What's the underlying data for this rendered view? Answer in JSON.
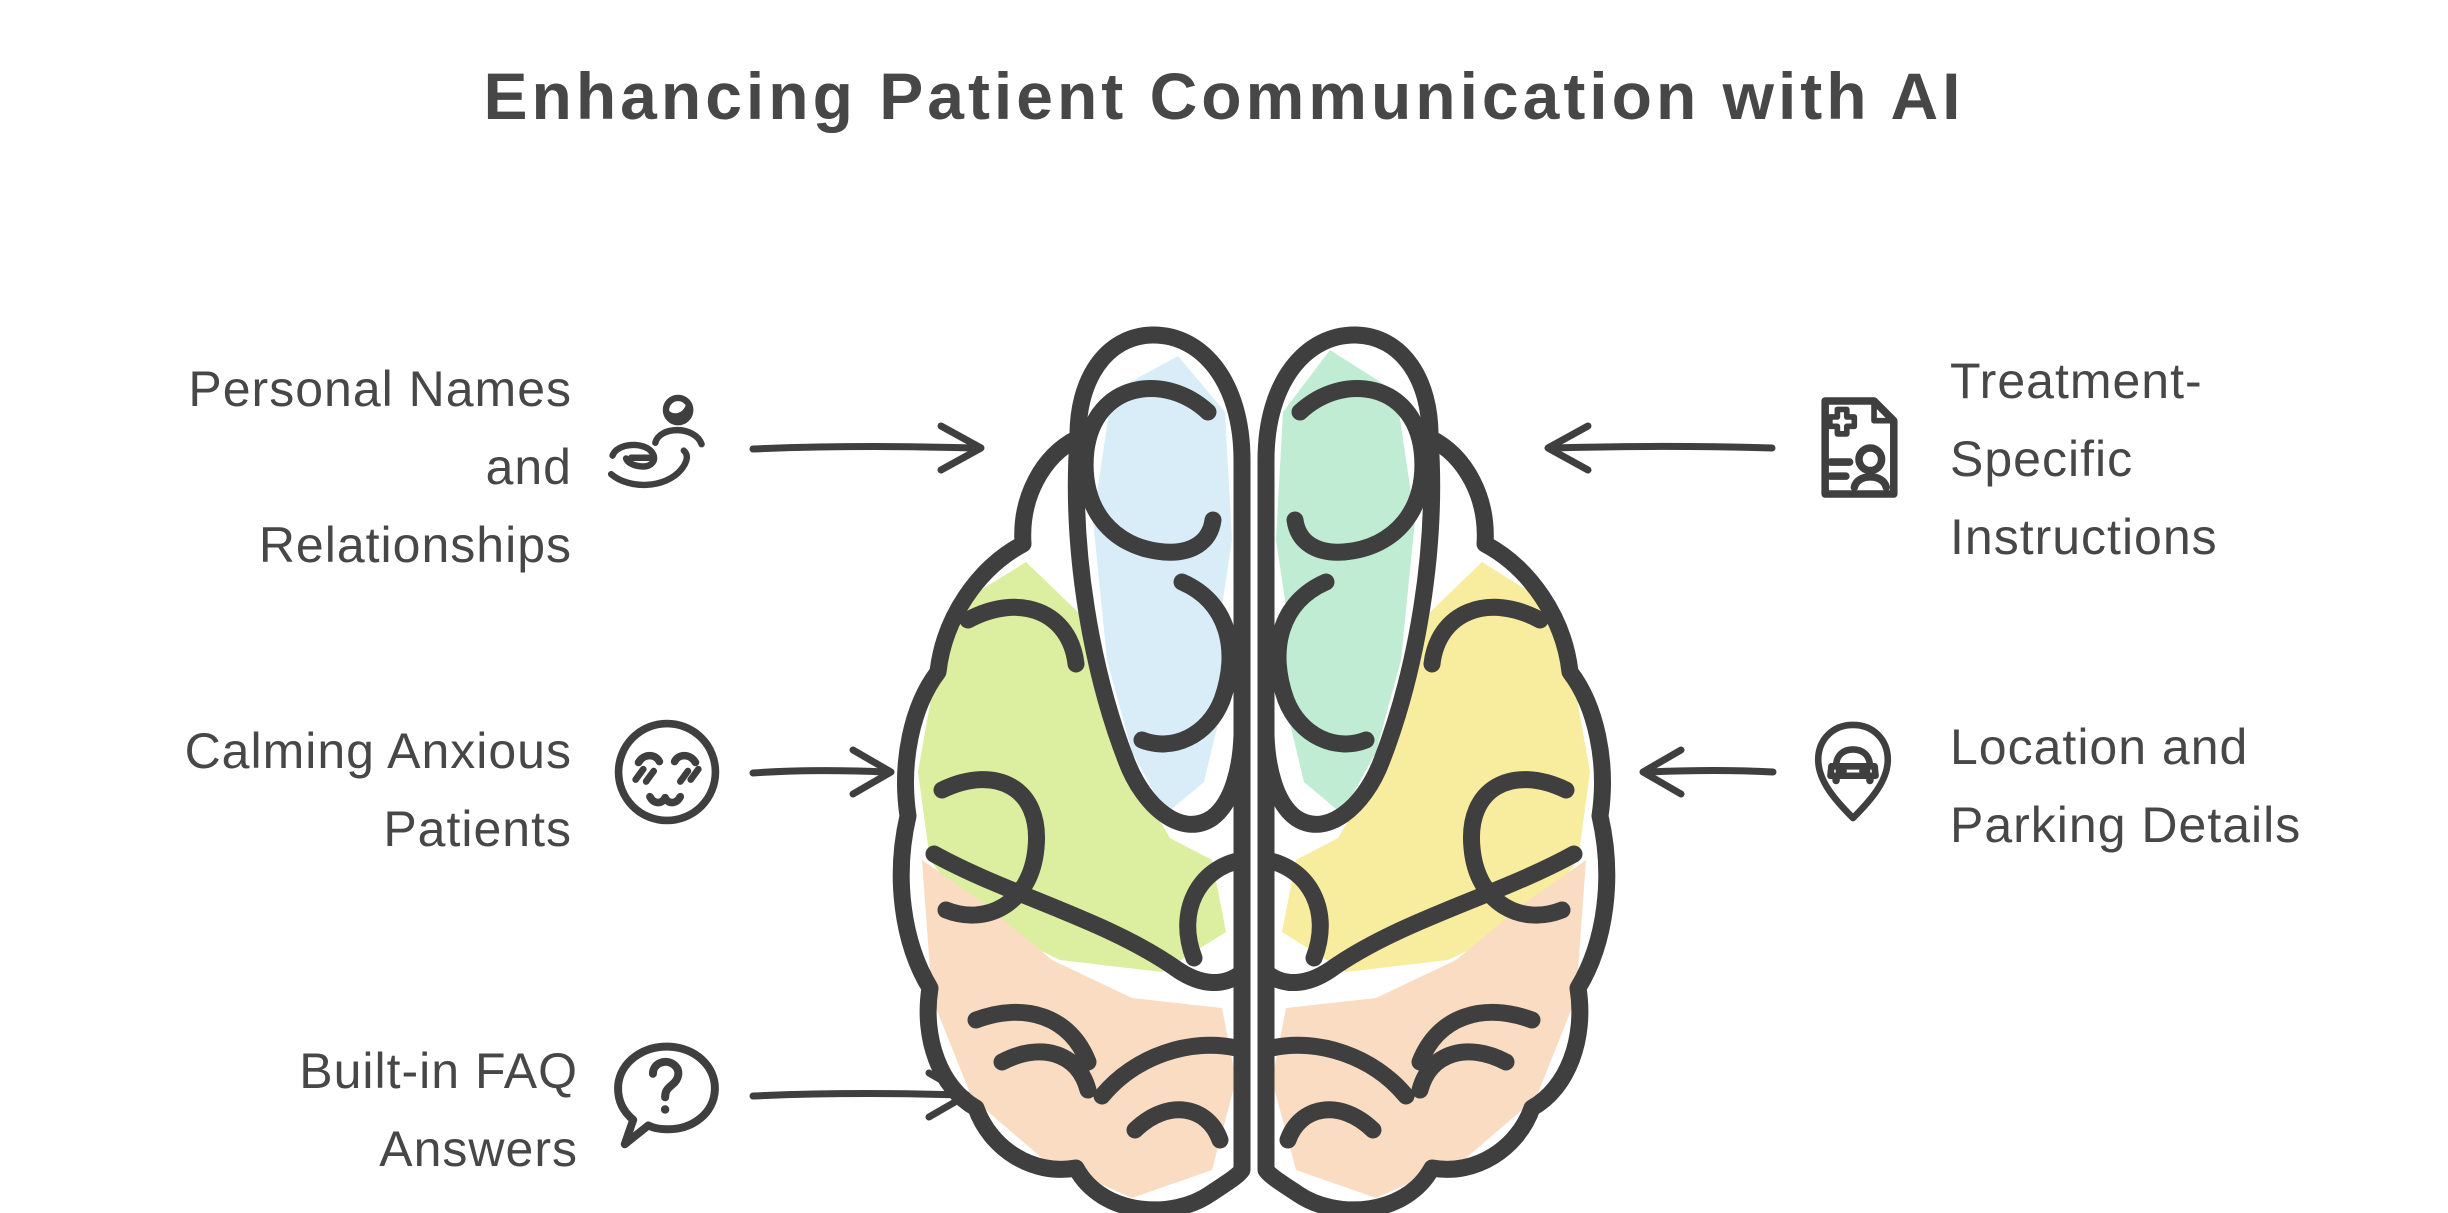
{
  "title": "Enhancing Patient Communication with AI",
  "colors": {
    "background": "#ffffff",
    "outline": "#3f3f3f",
    "text": "#474747"
  },
  "brain": {
    "name": "brain-top-view",
    "regions": [
      {
        "name": "left-frontal-lobe",
        "color": "#d9edf8"
      },
      {
        "name": "right-frontal-lobe",
        "color": "#bfecd2"
      },
      {
        "name": "left-side-lobe",
        "color": "#dcee9f"
      },
      {
        "name": "right-side-lobe",
        "color": "#f8ec9f"
      },
      {
        "name": "left-bottom-lobe",
        "color": "#fadcc2"
      },
      {
        "name": "right-bottom-lobe",
        "color": "#fadcc2"
      }
    ]
  },
  "left_items": [
    {
      "icon": "care-person-icon",
      "lines": [
        "Personal Names",
        "and",
        "Relationships"
      ]
    },
    {
      "icon": "anxious-face-icon",
      "lines": [
        "Calming Anxious",
        "Patients"
      ]
    },
    {
      "icon": "question-bubble-icon",
      "lines": [
        "Built-in FAQ",
        "Answers"
      ]
    }
  ],
  "right_items": [
    {
      "icon": "medical-document-icon",
      "lines": [
        "Treatment-",
        "Specific",
        "Instructions"
      ]
    },
    {
      "icon": "car-location-pin-icon",
      "lines": [
        "Location and",
        "Parking Details"
      ]
    }
  ]
}
